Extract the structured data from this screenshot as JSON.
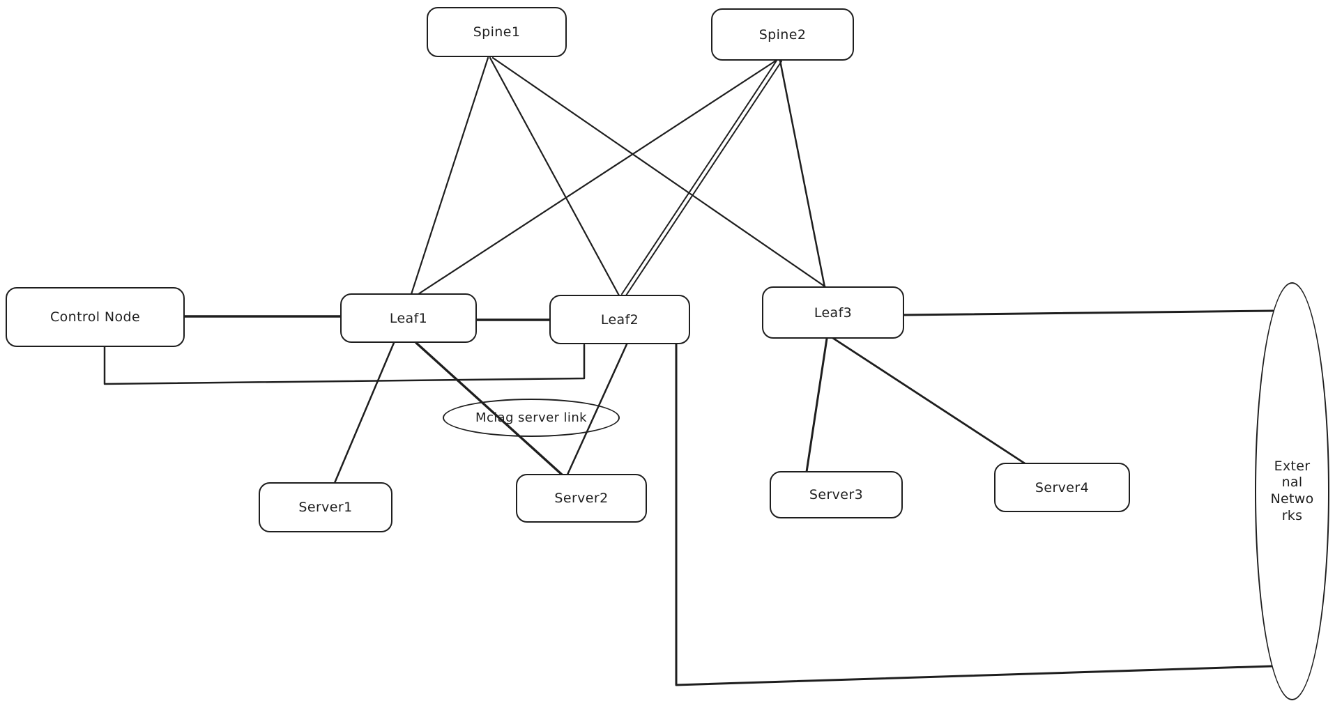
{
  "canvas": {
    "background": "#ffffff",
    "stroke_color": "#1e1e1e"
  },
  "nodes": {
    "spine1": {
      "label": "Spine1"
    },
    "spine2": {
      "label": "Spine2"
    },
    "control_node": {
      "label": "Control Node"
    },
    "leaf1": {
      "label": "Leaf1"
    },
    "leaf2": {
      "label": "Leaf2"
    },
    "leaf3": {
      "label": "Leaf3"
    },
    "server1": {
      "label": "Server1"
    },
    "server2": {
      "label": "Server2"
    },
    "server3": {
      "label": "Server3"
    },
    "server4": {
      "label": "Server4"
    }
  },
  "annotations": {
    "mclag": {
      "label": "Mclag server link"
    },
    "external_networks": {
      "label": "External Networks",
      "label_lines": [
        "Exter",
        "nal",
        "Netwo",
        "rks"
      ]
    }
  },
  "edges": [
    {
      "from": "Spine1",
      "to": "Leaf1",
      "style": "straight"
    },
    {
      "from": "Spine1",
      "to": "Leaf2",
      "style": "straight"
    },
    {
      "from": "Spine1",
      "to": "Leaf3",
      "style": "straight"
    },
    {
      "from": "Spine2",
      "to": "Leaf1",
      "style": "straight"
    },
    {
      "from": "Spine2",
      "to": "Leaf2",
      "style": "double-stroke"
    },
    {
      "from": "Spine2",
      "to": "Leaf3",
      "style": "straight"
    },
    {
      "from": "Control Node",
      "to": "Leaf1",
      "style": "straight"
    },
    {
      "from": "Leaf1",
      "to": "Leaf2",
      "style": "straight"
    },
    {
      "from": "Control Node",
      "to": "Leaf2",
      "style": "elbow"
    },
    {
      "from": "Leaf1",
      "to": "Server1",
      "style": "straight"
    },
    {
      "from": "Leaf1",
      "to": "Server2",
      "style": "straight",
      "via": "Mclag server link"
    },
    {
      "from": "Leaf2",
      "to": "Server2",
      "style": "straight",
      "via": "Mclag server link"
    },
    {
      "from": "Leaf2",
      "to": "External Networks",
      "style": "elbow"
    },
    {
      "from": "Leaf3",
      "to": "External Networks",
      "style": "straight"
    },
    {
      "from": "Leaf3",
      "to": "Server3",
      "style": "straight"
    },
    {
      "from": "Leaf3",
      "to": "Server4",
      "style": "straight"
    }
  ]
}
